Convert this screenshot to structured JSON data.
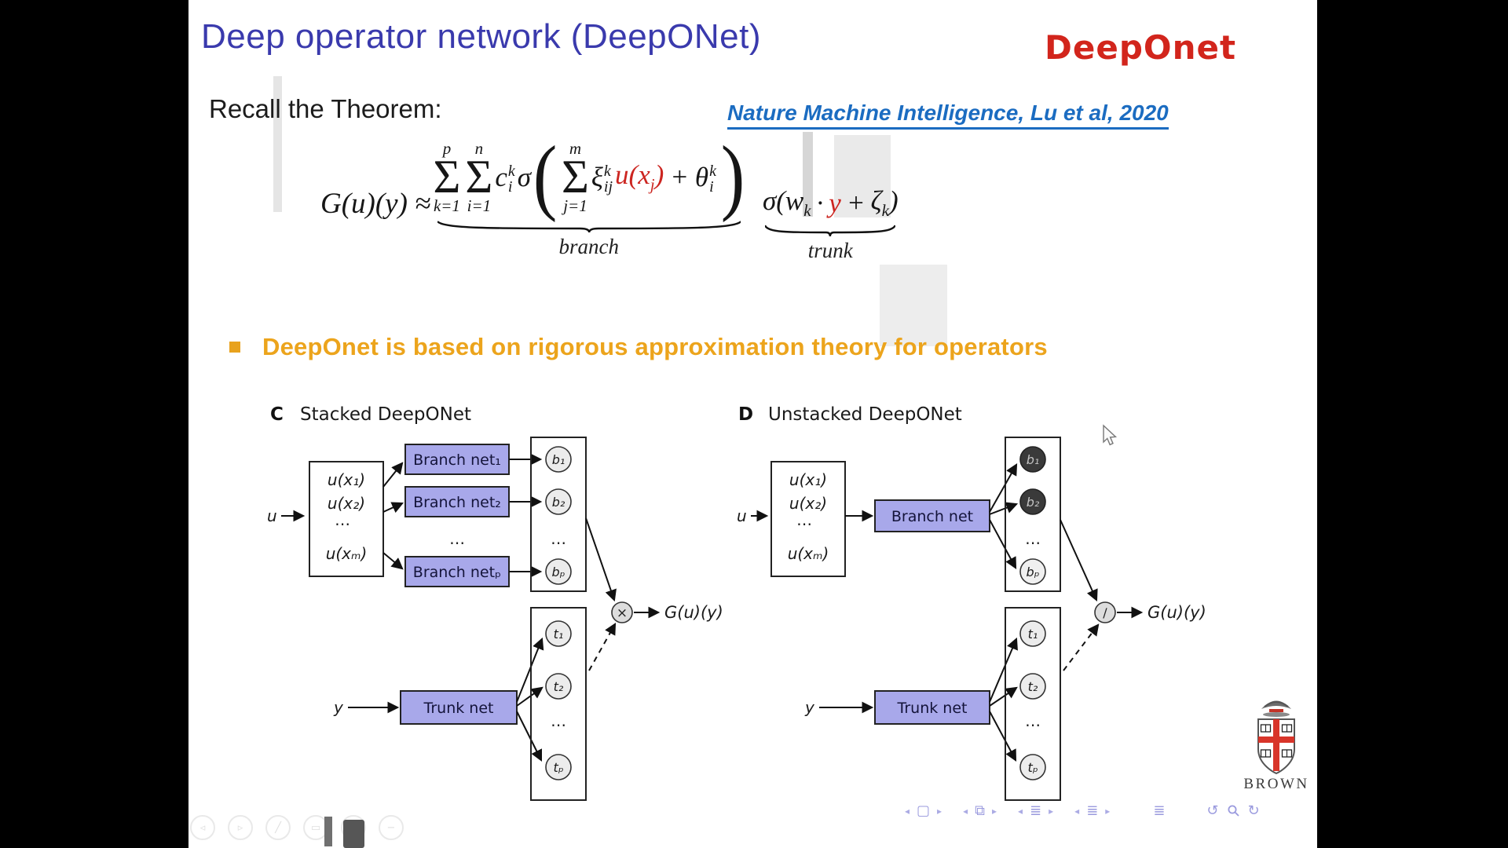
{
  "slide": {
    "title": "Deep operator network (DeepONet)",
    "brand": "DeepOnet",
    "recall": "Recall the Theorem:",
    "reference": "Nature Machine Intelligence, Lu et al, 2020",
    "bullet": "DeepOnet is based on rigorous approximation theory for operators"
  },
  "colors": {
    "title_blue": "#3a3aad",
    "link_blue": "#1b6cc1",
    "brand_red": "#d2251c",
    "bullet_gold": "#e8a21d",
    "net_box_purple": "#a8a8ea"
  },
  "formula": {
    "lhs": "G(u)(y) ≈",
    "sum_p_top": "p",
    "sum_p_sig": "Σ",
    "sum_p_bot": "k=1",
    "sum_n_top": "n",
    "sum_n_sig": "Σ",
    "sum_n_bot": "i=1",
    "c": "c",
    "c_sup": "k",
    "c_sub": "i",
    "sigma": "σ",
    "lparen": "(",
    "rparen": ")",
    "sum_m_top": "m",
    "sum_m_sig": "Σ",
    "sum_m_bot": "j=1",
    "xi": "ξ",
    "xi_sup": "k",
    "xi_sub": "ij",
    "u_red_open": "u(x",
    "u_red_sub": "j",
    "u_red_close": ")",
    "plus": "+",
    "theta": "θ",
    "theta_sup": "k",
    "theta_sub": "i",
    "branch_label": "branch",
    "trunk_open": "σ(w",
    "trunk_w_sub": "k",
    "trunk_dot": "·",
    "trunk_y": "y",
    "trunk_plus": "+",
    "trunk_zeta": "ζ",
    "trunk_zeta_sub": "k",
    "trunk_close": ")",
    "trunk_label": "trunk"
  },
  "diagram_c": {
    "letter": "C",
    "title": "Stacked DeepONet",
    "u": "u",
    "y": "y",
    "inputs": [
      "u(x₁)",
      "u(x₂)",
      "⋯",
      "u(xₘ)"
    ],
    "branch1": "Branch net₁",
    "branch2": "Branch net₂",
    "branch_dots": "⋯",
    "branch3": "Branch netₚ",
    "b1": "b₁",
    "b2": "b₂",
    "b_dots": "⋯",
    "bp": "bₚ",
    "trunk": "Trunk net",
    "t1": "t₁",
    "t2": "t₂",
    "t_dots": "⋯",
    "tp": "tₚ",
    "op": "×",
    "output": "G(u)(y)"
  },
  "diagram_d": {
    "letter": "D",
    "title": "Unstacked DeepONet",
    "u": "u",
    "y": "y",
    "inputs": [
      "u(x₁)",
      "u(x₂)",
      "⋯",
      "u(xₘ)"
    ],
    "branch": "Branch net",
    "trunk": "Trunk net",
    "b1": "b₁",
    "b2": "b₂",
    "b_dots": "⋯",
    "bp": "bₚ",
    "t1": "t₁",
    "t2": "t₂",
    "t_dots": "⋯",
    "tp": "tₚ",
    "op": "∕",
    "output": "G(u)(y)"
  },
  "brown": {
    "name": "BROWN"
  },
  "toolbar": {
    "prev": "◂",
    "next": "▸",
    "slide_box": "▢",
    "windows": "⧉",
    "list": "≣",
    "undo": "↺",
    "redo": "↻"
  },
  "player": {
    "back": "◃",
    "play": "▹",
    "pen": "╱",
    "frame": "▭",
    "minus": "−"
  }
}
